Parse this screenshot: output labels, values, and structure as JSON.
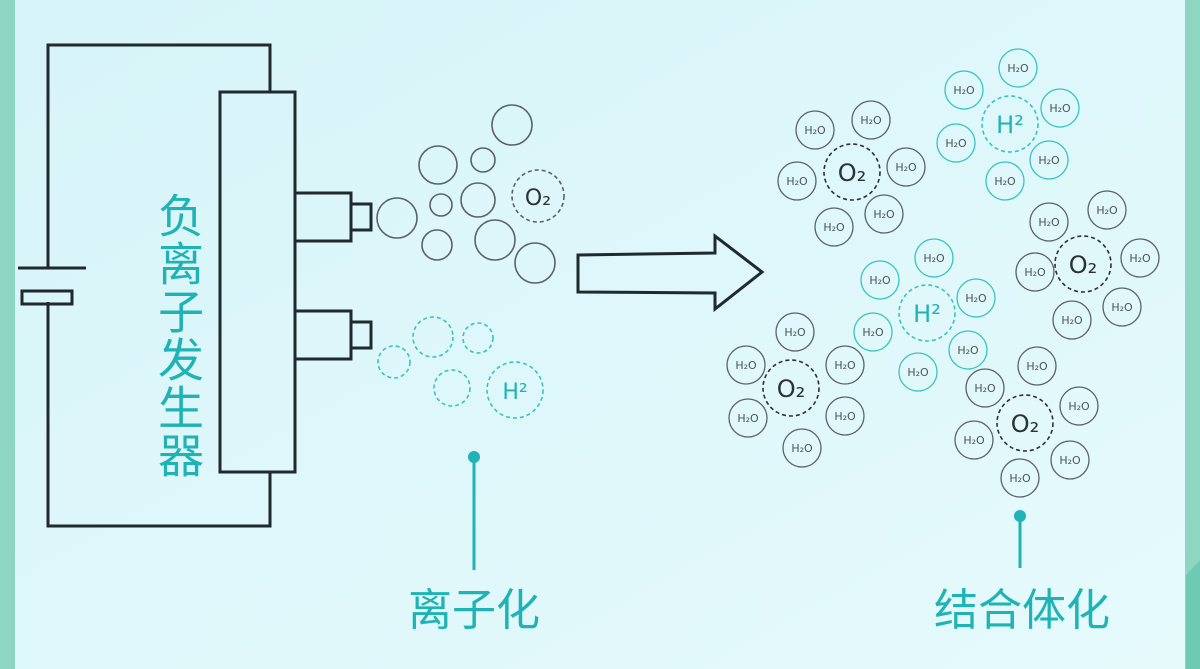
{
  "generator": {
    "label": "负离子发生器"
  },
  "stages": {
    "ionize": "离子化",
    "combine": "结合体化"
  },
  "molecules": {
    "oxygen": "O₂",
    "hydrogen": "H²",
    "water": "H₂O"
  },
  "colors": {
    "background": "#dcf7fa",
    "side_band": "#8fd6c2",
    "accent": "#1fb3b5",
    "line": "#1f2a2e",
    "gray_circle": "#5a6266",
    "teal_circle": "#39c2c4"
  },
  "icons": [
    "arrow-right-icon",
    "battery-icon"
  ]
}
